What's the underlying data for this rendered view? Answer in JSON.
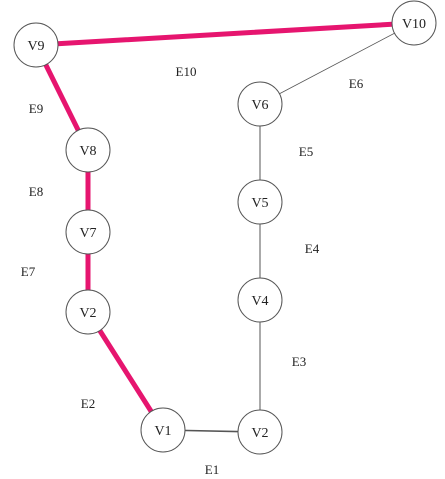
{
  "colors": {
    "highlight": "#e6156f",
    "normal_edge": "#555555",
    "node_stroke": "#555555",
    "text": "#222222"
  },
  "nodes": {
    "v9": "V9",
    "v10": "V10",
    "v6": "V6",
    "v8": "V8",
    "v5": "V5",
    "v7": "V7",
    "v4": "V4",
    "v2_left": "V2",
    "v1": "V1",
    "v2_right": "V2"
  },
  "edges": {
    "e10": "E10",
    "e9": "E9",
    "e8": "E8",
    "e7": "E7",
    "e2": "E2",
    "e1": "E1",
    "e3": "E3",
    "e4": "E4",
    "e5": "E5",
    "e6": "E6"
  }
}
